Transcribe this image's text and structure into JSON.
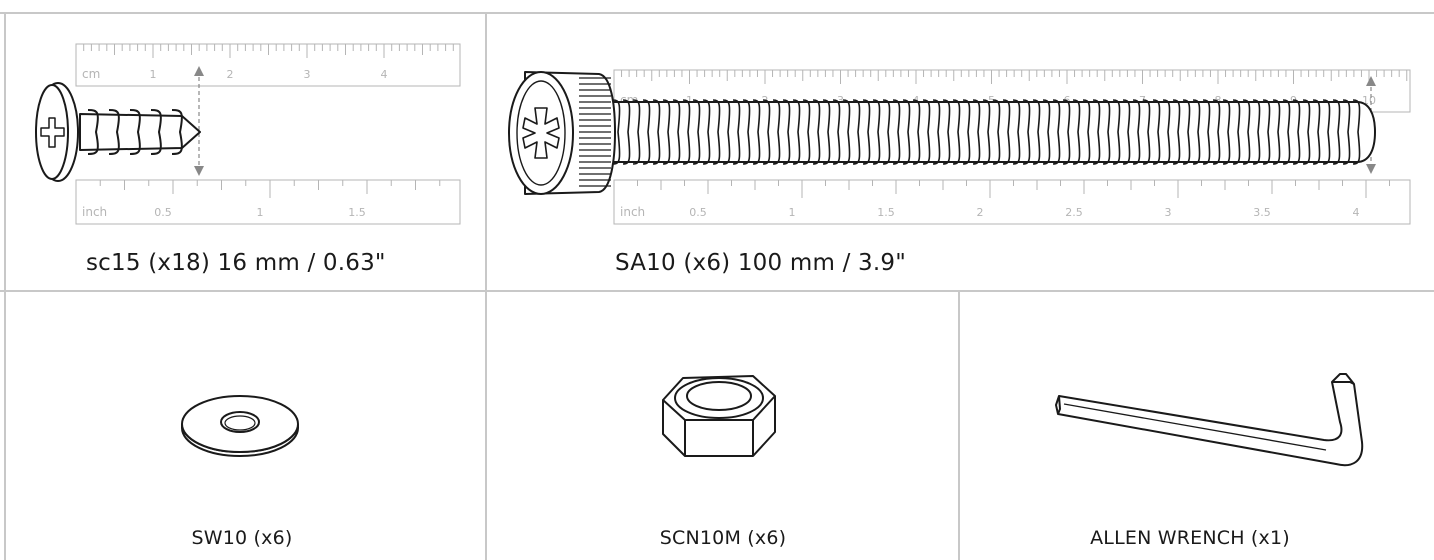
{
  "colors": {
    "divider": "#c8c8c8",
    "ruler": "#b5b5b5",
    "ink": "#1a1a1a"
  },
  "parts": [
    {
      "id": "sc15",
      "caption": "sc15 (x18) 16 mm / 0.63\""
    },
    {
      "id": "sa10",
      "caption": "SA10 (x6) 100 mm / 3.9\""
    },
    {
      "id": "sw10",
      "caption": "SW10 (x6)"
    },
    {
      "id": "scn10m",
      "caption": "SCN10M (x6)"
    },
    {
      "id": "allen",
      "caption": "ALLEN WRENCH (x1)"
    }
  ],
  "rulers": {
    "small": {
      "cm_unit": "cm",
      "cm_labels": [
        "1",
        "2",
        "3",
        "4"
      ],
      "inch_unit": "inch",
      "inch_labels": [
        "0.5",
        "1",
        "1.5"
      ]
    },
    "large": {
      "cm_unit": "cm",
      "cm_labels": [
        "1",
        "2",
        "3",
        "4",
        "5",
        "6",
        "7",
        "8",
        "9",
        "10"
      ],
      "inch_unit": "inch",
      "inch_labels": [
        "0.5",
        "1",
        "1.5",
        "2",
        "2.5",
        "3",
        "3.5",
        "4"
      ]
    }
  }
}
